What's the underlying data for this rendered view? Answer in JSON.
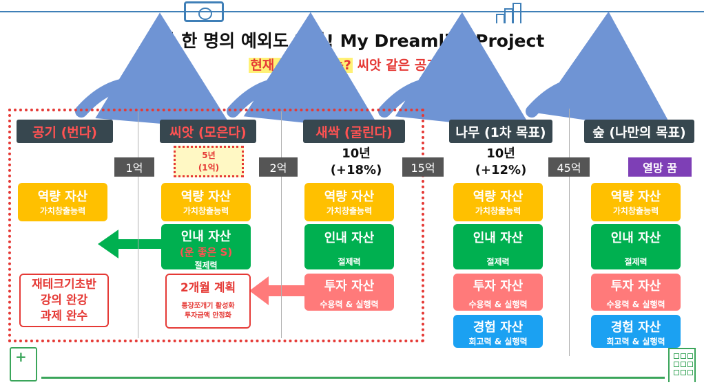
{
  "header": {
    "title": "단 한 명의 예외도 없다! My Dreamlife Project",
    "question": "현재 나의 단계는?",
    "answer": "씨앗 같은 공기"
  },
  "stages": [
    {
      "label": "공기 (번다)"
    },
    {
      "label": "씨앗 (모은다)"
    },
    {
      "label": "새싹 (굴린다)"
    },
    {
      "label": "나무 (1차 목표)"
    },
    {
      "label": "숲 (나만의 목표)"
    }
  ],
  "milestones": [
    "1억",
    "2억",
    "15억",
    "45억",
    "열망 꿈"
  ],
  "seed_period": {
    "years": "5년",
    "amount": "(1억)"
  },
  "rates": [
    {
      "years": "10년",
      "rate": "(+18%)"
    },
    {
      "years": "10년",
      "rate": "(+12%)"
    }
  ],
  "assets": {
    "capability": {
      "title": "역량 자산",
      "sub": "가치창출능력"
    },
    "patience": {
      "title": "인내 자산",
      "sub": "절제력"
    },
    "patience_luck": "(운 좋은 S)",
    "investment": {
      "title": "투자 자산",
      "sub": "수용력 & 실행력"
    },
    "experience": {
      "title": "경험 자산",
      "sub": "회고력 & 실행력"
    }
  },
  "homework": {
    "line1": "재테크기초반",
    "line2": "강의 완강",
    "line3": "과제 완수"
  },
  "plan": {
    "title": "2개월 계획",
    "line1": "통장쪼개기 활성화",
    "line2": "투자금액 안정화"
  },
  "colors": {
    "accent_red": "#e53935",
    "yellow": "#ffc000",
    "green": "#00b050",
    "pink": "#ff7a7a",
    "blue": "#1ba1f2",
    "stage_dark": "#37474f",
    "arrow_blue": "#6f94d4"
  },
  "icons": [
    "money-icon",
    "chart-icon",
    "medical-document-icon",
    "building-icon"
  ]
}
